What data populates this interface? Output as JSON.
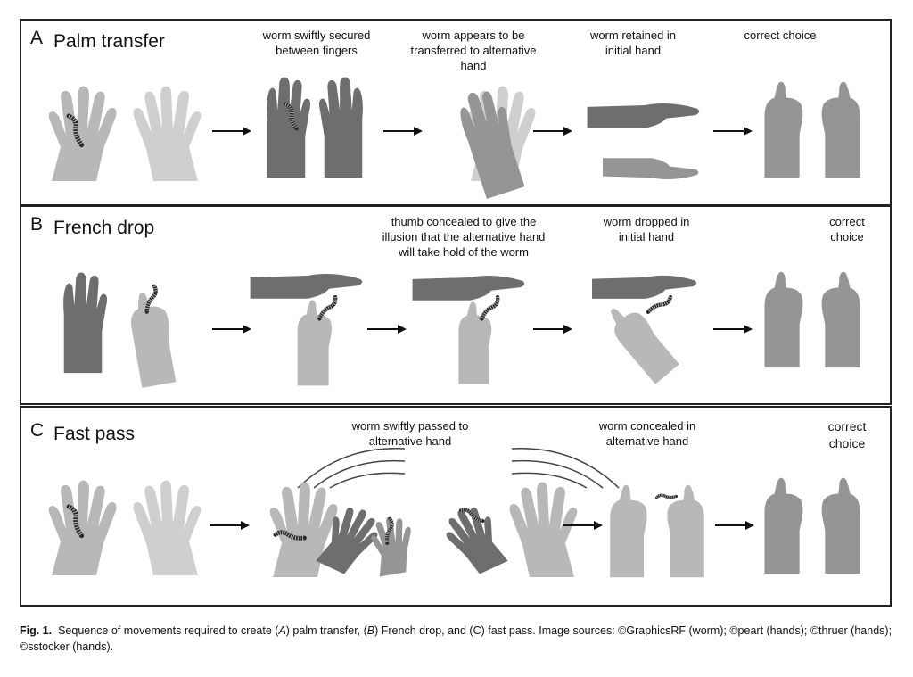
{
  "panels": [
    {
      "letter": "A",
      "title": "Palm transfer",
      "labels": [
        "worm swiftly secured between fingers",
        "worm appears to be transferred to alternative hand",
        "worm retained in initial hand",
        "correct choice"
      ]
    },
    {
      "letter": "B",
      "title": "French drop",
      "labels": [
        "thumb concealed to give the illusion that the alternative hand will take hold of the worm",
        "worm dropped in initial hand",
        "correct choice"
      ]
    },
    {
      "letter": "C",
      "title": "Fast pass",
      "labels": [
        "worm swiftly passed to alternative hand",
        "worm concealed in alternative hand",
        "correct choice"
      ]
    }
  ],
  "caption": {
    "fig": "Fig. 1.",
    "text_1": "Sequence of movements required to create (",
    "a": "A",
    "text_2": ") palm transfer, (",
    "b": "B",
    "text_3": ") French drop, and (C) fast pass. Image sources: ©GraphicsRF (worm); ©peart (hands); ©thruer (hands); ©sstocker (hands)."
  },
  "colors": {
    "light_hand": "#b8b8b8",
    "dark_hand": "#6e6e6e",
    "mid_hand": "#959595",
    "worm": "#2a2a2a"
  }
}
